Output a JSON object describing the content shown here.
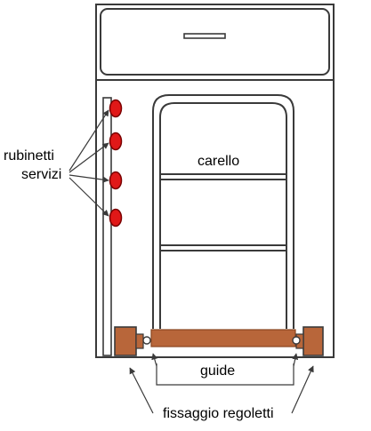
{
  "labels": {
    "rubinetti": "rubinetti",
    "servizi": "servizi",
    "carello": "carello",
    "guide": "guide",
    "fissaggio": "fissaggio regoletti"
  },
  "colors": {
    "outline": "#3a3a3a",
    "tap_fill": "#e01818",
    "tap_stroke": "#7a0000",
    "wood": "#b8663a",
    "wood_dark": "#8a4520",
    "cabinet_fill": "#ffffff"
  },
  "taps": {
    "count": 4
  }
}
